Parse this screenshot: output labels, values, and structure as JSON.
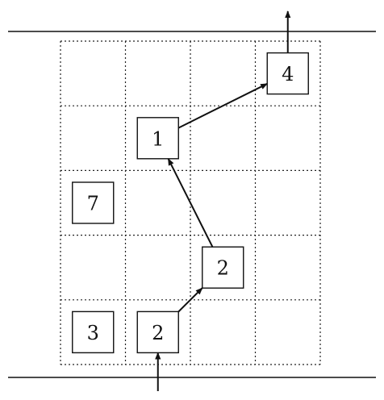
{
  "grid": {
    "cols": 4,
    "rows": 5
  },
  "boxes": [
    {
      "col": 3,
      "row": 0,
      "label": "4"
    },
    {
      "col": 1,
      "row": 1,
      "label": "1"
    },
    {
      "col": 0,
      "row": 2,
      "label": "7"
    },
    {
      "col": 2,
      "row": 3,
      "label": "2"
    },
    {
      "col": 0,
      "row": 4,
      "label": "3"
    },
    {
      "col": 1,
      "row": 4,
      "label": "2"
    }
  ],
  "path": [
    {
      "from": "entry",
      "to": 5
    },
    {
      "from": 5,
      "to": 3
    },
    {
      "from": 3,
      "to": 1
    },
    {
      "from": 1,
      "to": 0
    },
    {
      "from": 0,
      "to": "exit"
    }
  ]
}
